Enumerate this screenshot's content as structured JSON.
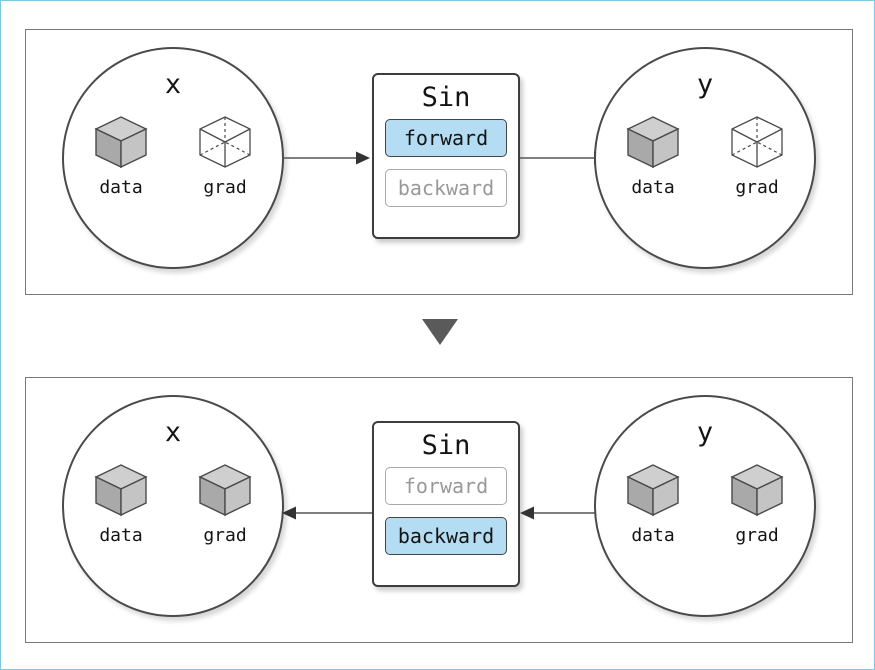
{
  "figure": {
    "title_visible": false,
    "outer_border_color": "#7ec8e3"
  },
  "palette": {
    "panel_border": "#7a7a7a",
    "circle_border": "#4a4a4a",
    "fnbox_border": "#3d3d3d",
    "active_fill": "#b4dcf2",
    "inactive_text": "#999999",
    "arrow_color": "#555555",
    "triangle_color": "#5a5a5a",
    "cube_top": "#cfcfcf",
    "cube_left": "#a9a9a9",
    "cube_right": "#c4c4c4",
    "cube_edge": "#4a4a4a"
  },
  "flow_marker": {
    "icon": "down-triangle-icon"
  },
  "panels": [
    {
      "id": "forward-pass",
      "input": {
        "var_name": "x",
        "slots": [
          {
            "label": "data",
            "cube": "filled"
          },
          {
            "label": "grad",
            "cube": "wireframe"
          }
        ]
      },
      "function": {
        "title": "Sin",
        "methods": [
          {
            "label": "forward",
            "state": "active"
          },
          {
            "label": "backward",
            "state": "inactive"
          }
        ]
      },
      "output": {
        "var_name": "y",
        "slots": [
          {
            "label": "data",
            "cube": "filled"
          },
          {
            "label": "grad",
            "cube": "wireframe"
          }
        ]
      },
      "arrows": [
        {
          "from": "x",
          "to": "Sin",
          "direction": "right"
        },
        {
          "from": "Sin",
          "to": "y",
          "direction": "right"
        }
      ]
    },
    {
      "id": "backward-pass",
      "input": {
        "var_name": "x",
        "slots": [
          {
            "label": "data",
            "cube": "filled"
          },
          {
            "label": "grad",
            "cube": "filled"
          }
        ]
      },
      "function": {
        "title": "Sin",
        "methods": [
          {
            "label": "forward",
            "state": "inactive"
          },
          {
            "label": "backward",
            "state": "active"
          }
        ]
      },
      "output": {
        "var_name": "y",
        "slots": [
          {
            "label": "data",
            "cube": "filled"
          },
          {
            "label": "grad",
            "cube": "filled"
          }
        ]
      },
      "arrows": [
        {
          "from": "Sin",
          "to": "x",
          "direction": "left"
        },
        {
          "from": "y",
          "to": "Sin",
          "direction": "left"
        }
      ]
    }
  ]
}
